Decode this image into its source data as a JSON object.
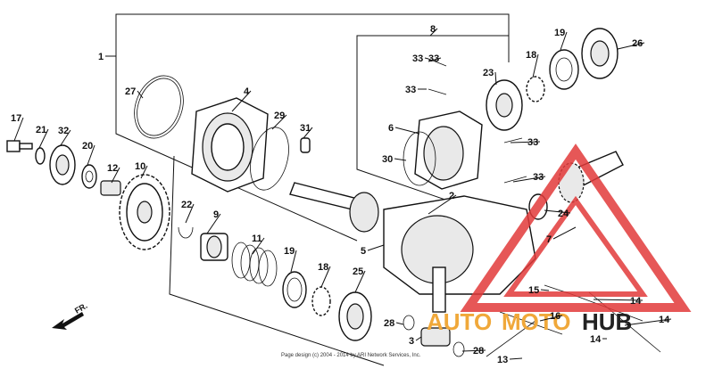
{
  "callouts": [
    "1",
    "2",
    "3",
    "4",
    "5",
    "6",
    "7",
    "8",
    "9",
    "10",
    "11",
    "12",
    "13",
    "14",
    "14",
    "14",
    "15",
    "16",
    "17",
    "18",
    "18",
    "19",
    "19",
    "20",
    "21",
    "22",
    "23",
    "24",
    "25",
    "26",
    "27",
    "28",
    "28",
    "29",
    "30",
    "31",
    "32",
    "33",
    "33",
    "33",
    "33",
    "33"
  ],
  "direction_label": "FR.",
  "copyright": "Page design (c) 2004 - 2014 by ARI Network Services, Inc.",
  "watermark": {
    "part1": "AUTO",
    "part2": "MOTO",
    "part3": "HUB",
    "accent": "#f0a83a",
    "triangle": "#e23a3a"
  }
}
